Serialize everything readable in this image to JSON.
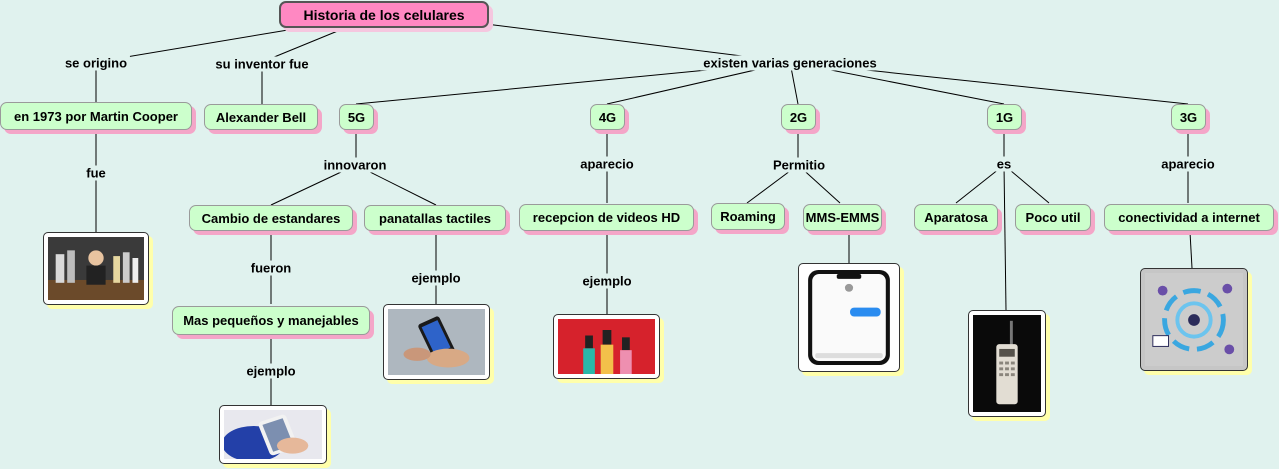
{
  "title": "Historia de los celulares",
  "nodes": {
    "cooper": "en 1973 por Martin Cooper",
    "bell": "Alexander Bell",
    "g5": "5G",
    "g4": "4G",
    "g2": "2G",
    "g1": "1G",
    "g3": "3G",
    "cambio": "Cambio de estandares",
    "tactiles": "panatallas tactiles",
    "hd": "recepcion de videos HD",
    "roaming": "Roaming",
    "mms": "MMS-EMMS",
    "aparatosa": "Aparatosa",
    "poco": "Poco util",
    "internet": "conectividad a internet",
    "pequenos": "Mas pequeños y manejables"
  },
  "labels": {
    "se_origino": "se origino",
    "inventor": "su inventor fue",
    "generaciones": "existen varias generaciones",
    "fue": "fue",
    "innovaron": "innovaron",
    "aparecio_4g": "aparecio",
    "permitio": "Permitio",
    "es": "es",
    "aparecio_3g": "aparecio",
    "fueron": "fueron",
    "ejemplo_tactiles": "ejemplo",
    "ejemplo_hd": "ejemplo",
    "ejemplo_pequenos": "ejemplo"
  },
  "images": {
    "cooper_photo": "Martin Cooper with early phones",
    "tactil_photo": "hand holding touchscreen phone",
    "hd_photo": "hands holding phones on red background",
    "mms_photo": "smartphone messaging screen",
    "g1_photo": "brick mobile phone",
    "internet_photo": "connectivity diagram",
    "small_photo": "small smartphone in hand"
  },
  "colors": {
    "background": "#e0f2ee",
    "node": "#ccffcc",
    "root": "#ff88c2",
    "node_shadow": "#f4a6c8",
    "image_shadow": "#ffffaa"
  }
}
